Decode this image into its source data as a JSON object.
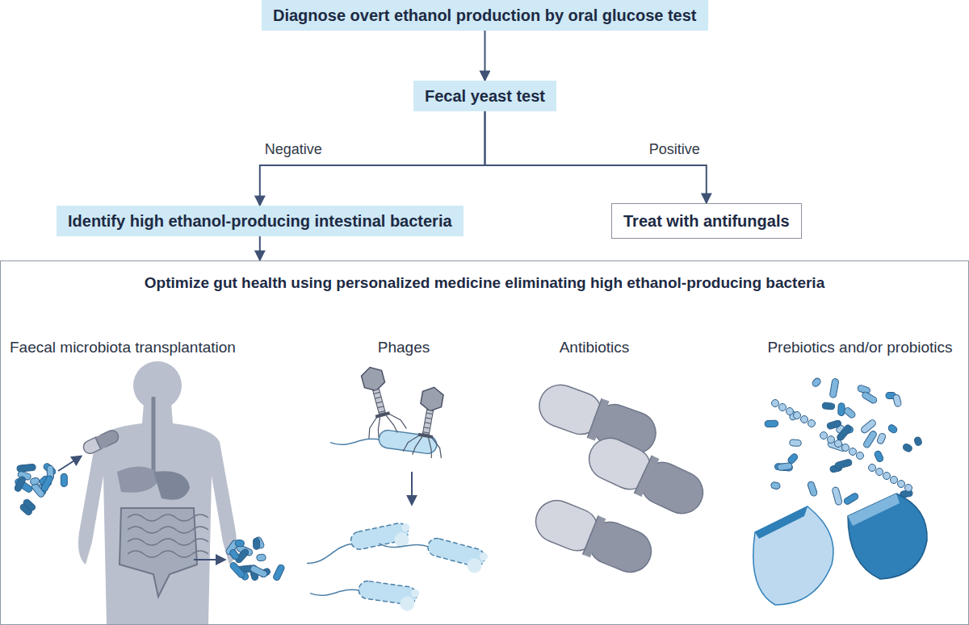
{
  "diagram": {
    "nodes": [
      {
        "text": [
          "Diagnose overt ethanol production by oral glucose test"
        ]
      },
      {
        "text": [
          "Fecal yeast test"
        ]
      },
      {
        "text": [
          "Identify high ethanol-producing intestinal bacteria"
        ]
      },
      {
        "text": [
          "Treat with antifungals"
        ]
      },
      {
        "text": [
          "Optimize gut health using personalized medicine eliminating high ethanol-producing bacteria"
        ]
      }
    ],
    "edges": [
      {
        "from": 0,
        "to": 1,
        "arrow": "to"
      },
      {
        "from": 1,
        "to": 2,
        "label": "Negative",
        "arrow": "to"
      },
      {
        "from": 1,
        "to": 3,
        "label": "Positive",
        "arrow": "to"
      },
      {
        "from": 2,
        "to": 4,
        "arrow": "to"
      }
    ],
    "labels": [
      "Faecal microbiota transplantation",
      "Phages",
      "Antibiotics",
      "Prebiotics and/or probiotics"
    ]
  }
}
